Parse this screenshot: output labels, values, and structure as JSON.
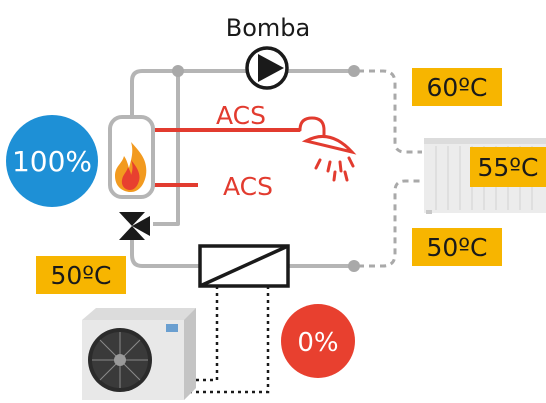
{
  "labels": {
    "pump": "Bomba",
    "acs_top": "ACS",
    "acs_bottom": "ACS"
  },
  "badges": {
    "boiler_load": "100%",
    "heat_pump_load": "0%"
  },
  "temperatures": {
    "supply": "60ºC",
    "radiator": "55ºC",
    "return": "50ºC",
    "heat_pump": "50ºC"
  },
  "colors": {
    "pipe": "#b5b5b5",
    "hot_water": "#e23b2f",
    "temp_label_bg": "#f7b500",
    "boiler_badge": "#1e90d6",
    "heat_pump_badge": "#e8402f",
    "radiator": "#eeeeee"
  },
  "icons": {
    "pump": "pump-icon",
    "flame": "flame-icon",
    "valve": "three-way-valve-icon",
    "shower": "shower-icon",
    "heat_exchanger": "heat-exchanger-icon",
    "radiator": "radiator-icon",
    "heat_pump": "heat-pump-unit-icon"
  }
}
